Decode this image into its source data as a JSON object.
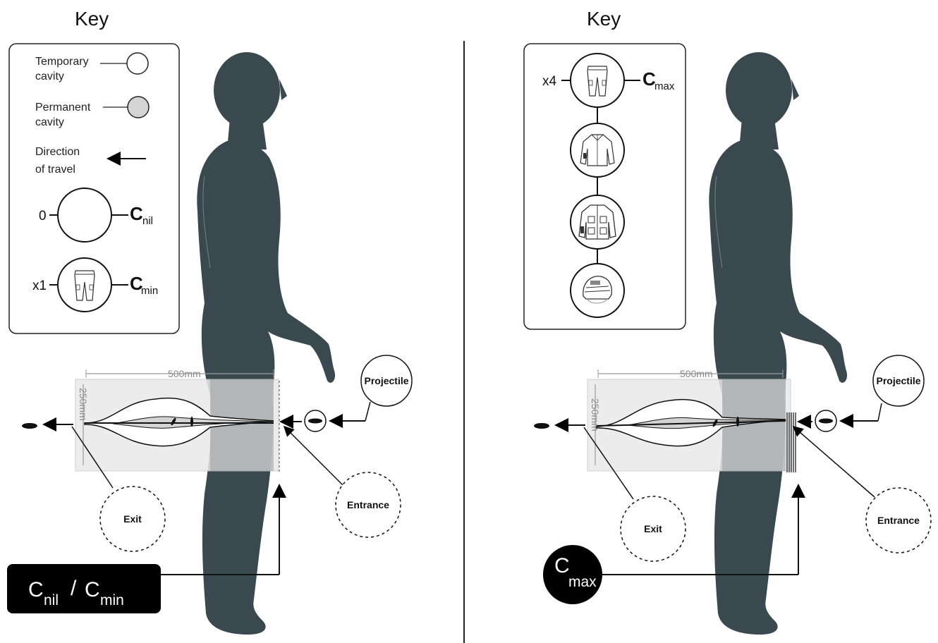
{
  "colors": {
    "silhouette": "#3a4850",
    "cavity_temporary": "#ffffff",
    "cavity_permanent": "#d4d4d4",
    "tissue_block": "#e9e9e9",
    "badge": "#000000",
    "divider": "#222222"
  },
  "left_panel": {
    "key_title": "Key",
    "key": {
      "temporary_cavity_line1": "Temporary",
      "temporary_cavity_line2": "cavity",
      "permanent_cavity_line1": "Permanent",
      "permanent_cavity_line2": "cavity",
      "direction_line1": "Direction",
      "direction_line2": "of travel",
      "nil_count": "0",
      "nil_c": "C",
      "nil_sub": "nil",
      "min_count": "x1",
      "min_c": "C",
      "min_sub": "min",
      "icons": [
        "empty-circle-icon",
        "trousers-icon"
      ]
    },
    "dimension_width": "500mm",
    "dimension_height": "250mm",
    "projectile_label": "Projectile",
    "exit_label": "Exit",
    "entrance_label": "Entrance",
    "badge": {
      "c1": "C",
      "sub1": "nil",
      "slash": "/",
      "c2": "C",
      "sub2": "min"
    }
  },
  "right_panel": {
    "key_title": "Key",
    "key": {
      "count": "x4",
      "c": "C",
      "sub": "max",
      "icons": [
        "trousers-icon",
        "shirt-icon",
        "jacket-icon",
        "helmet-icon"
      ]
    },
    "dimension_width": "500mm",
    "dimension_height": "250mm",
    "projectile_label": "Projectile",
    "exit_label": "Exit",
    "entrance_label": "Entrance",
    "badge": {
      "c": "C",
      "sub": "max"
    }
  }
}
